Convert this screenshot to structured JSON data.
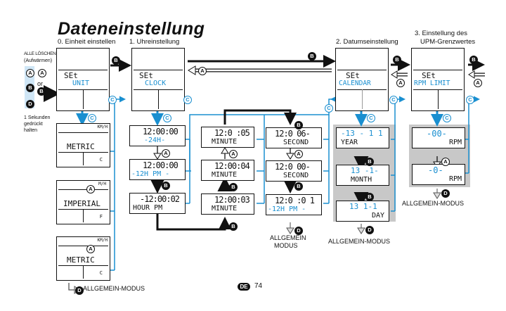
{
  "title": "Dateneinstellung",
  "steps": {
    "step0": "0. Einheit einstellen",
    "step1": "1. Uhreinstellung",
    "step2": "2. Datumseinstellung",
    "step3_line1": "3. Einstellung des",
    "step3_line2": "UPM-Grenzwertes"
  },
  "reset": {
    "line1": "ALLE LÖSCHEN",
    "line2": "(Aufwärmen)",
    "combo": [
      "A",
      "+",
      "B",
      "+",
      "D"
    ],
    "alt_a": "A",
    "or": "or",
    "alt_b": "B",
    "hold_line1": "1 Sekunden",
    "hold_line2": "gedrückt",
    "hold_line3": "halten"
  },
  "set_screens": [
    {
      "top": "SEt",
      "bottom": "UNIT"
    },
    {
      "top": "SEt",
      "bottom": "CLOCK"
    },
    {
      "top": "SEt",
      "bottom": "CALENDAR"
    },
    {
      "top": "SEt",
      "bottom": "RPM LIMIT"
    }
  ],
  "unit_screens": [
    {
      "unit": "KM/H",
      "label": "METRIC",
      "temp": "C"
    },
    {
      "unit": "M/H",
      "label": "IMPERIAL",
      "temp": "F"
    },
    {
      "unit": "KM/H",
      "label": "METRIC",
      "temp": "C"
    }
  ],
  "clock_col1": [
    {
      "time": "12:00:00",
      "sub": "-24H-"
    },
    {
      "time": "12:00:00",
      "sub": "-12H PM -"
    },
    {
      "time": "-12:00:02",
      "sub": "HOUR PM"
    }
  ],
  "clock_col2": [
    {
      "time": "12:0 :05",
      "sub": "MINUTE"
    },
    {
      "time": "12:00:04",
      "sub": "MINUTE"
    },
    {
      "time": "12:00:03",
      "sub": "MINUTE"
    }
  ],
  "clock_col3": [
    {
      "time": "12:0 06-",
      "sub": "SECOND"
    },
    {
      "time": "12:0 00-",
      "sub": "SECOND"
    },
    {
      "time": "12:0 :0 1",
      "sub": "-12H PM -"
    }
  ],
  "calendar_screens": [
    {
      "value": "-13 - 1 1",
      "label": "YEAR"
    },
    {
      "value": "13 -1-",
      "label": "MONTH"
    },
    {
      "value": "13  1-1",
      "label": "DAY"
    }
  ],
  "rpm_screens": [
    {
      "value": "-00-",
      "label": "RPM"
    },
    {
      "value": "-0-",
      "label": "RPM"
    }
  ],
  "buttons": {
    "a": "A",
    "b": "B",
    "c": "C",
    "d": "D"
  },
  "mode_labels": {
    "unit": "ALLGEMEIN-MODUS",
    "clock_line1": "ALLGEMEIN",
    "clock_line2": "MODUS",
    "calendar": "ALLGEMEIN-MODUS",
    "rpm": "ALLGEMEIN-MODUS"
  },
  "footer": {
    "lang_badge": "DE",
    "page": "74"
  },
  "colors": {
    "accent": "#1a8fd0",
    "panel": "#c8c8c8",
    "ink": "#111111"
  }
}
